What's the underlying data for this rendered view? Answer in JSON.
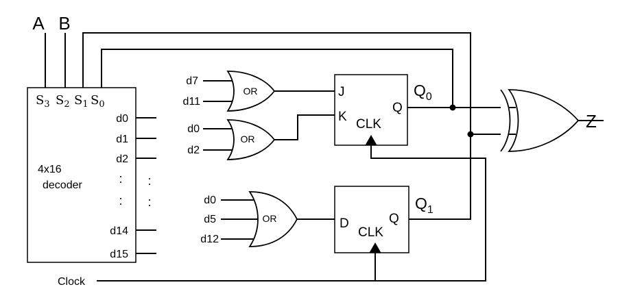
{
  "inputs": {
    "a": "A",
    "b": "B"
  },
  "decoder": {
    "select_pins": [
      {
        "base": "S",
        "sub": "3"
      },
      {
        "base": "S",
        "sub": "2"
      },
      {
        "base": "S",
        "sub": "1"
      },
      {
        "base": "S",
        "sub": "0"
      }
    ],
    "name_line1": "4x16",
    "name_line2": "decoder",
    "outputs": [
      "d0",
      "d1",
      "d2",
      "d14",
      "d15"
    ],
    "ellipsis": ":"
  },
  "or_gate_1": {
    "label": "OR",
    "inputs": [
      "d7",
      "d11"
    ]
  },
  "or_gate_2": {
    "label": "OR",
    "inputs": [
      "d0",
      "d2"
    ]
  },
  "or_gate_3": {
    "label": "OR",
    "inputs": [
      "d0",
      "d5",
      "d12"
    ]
  },
  "jk_flipflop": {
    "j": "J",
    "k": "K",
    "q": "Q",
    "clk": "CLK",
    "output_base": "Q",
    "output_sub": "0"
  },
  "d_flipflop": {
    "d": "D",
    "q": "Q",
    "clk": "CLK",
    "output_base": "Q",
    "output_sub": "1"
  },
  "output": {
    "label": "Z"
  },
  "clock": {
    "label": "Clock"
  }
}
